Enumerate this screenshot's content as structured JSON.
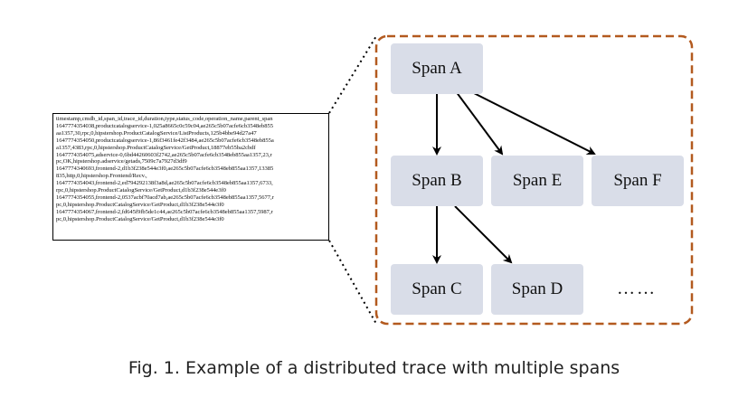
{
  "log": {
    "lines": [
      "timestamp,cmdb_id,span_id,trace_id,duration,type,status_code,operation_name,parent_span",
      "1647774354038,productcatalogservice-1,025a8665c0c59c04,ae265c5b07acfe6cb3548eb855",
      "aa1357,30,rpc,0,hipstershop.ProductCatalogService/ListProducts,125b4bbe94d27a47",
      "1647774354050,productcatalogservice-1,86f3461fe42f3484,ae265c5b07acfe6cb3548eb855a",
      "a1357,4383,rpc,0,hipstershop.ProductCatalogService/GetProduct,18877eb55ba2cbdf",
      "1647774354075,adservice-0,6bd44260603f2742,ae265c5b07acfe6cb3548eb855aa1357,23,r",
      "pc,OK,hipstershop.adservice/getads,7509c7a7927d3df9",
      "1647774340693,frontend-2,d1b3f238e544e3f0,ae265c5b07acfe6cb3548eb855aa1357,13385",
      "835,http,0,hipstershop.Frontend/Recv.,",
      "1647774354043,frontend-2,ed794292138f3a8d,ae265c5b07acfe6cb3548eb855aa1357,6733,",
      "rpc,0,hipstershop.ProductCatalogService/GetProduct,d1b3f238e544e3f0",
      "1647774354055,frontend-2,0537acbf70acd7ab,ae265c5b07acfe6cb3548eb855aa1357,5677,r",
      "pc,0,hipstershop.ProductCatalogService/GetProduct,d1b3f238e544e3f0",
      "1647774354067,frontend-2,fd645f9fb5de1c44,ae265c5b07acfe6cb3548eb855aa1357,5987,r",
      "pc,0,hipstershop.ProductCatalogService/GetProduct,d1b3f238e544e3f0"
    ]
  },
  "spans": {
    "a": "Span A",
    "b": "Span B",
    "c": "Span C",
    "d": "Span D",
    "e": "Span E",
    "f": "Span F",
    "more": "……"
  },
  "colors": {
    "frame": "#b35a1f",
    "span_fill": "#d9dde8",
    "arrow": "#000000"
  },
  "caption": "Fig. 1.  Example of a distributed trace with multiple spans"
}
